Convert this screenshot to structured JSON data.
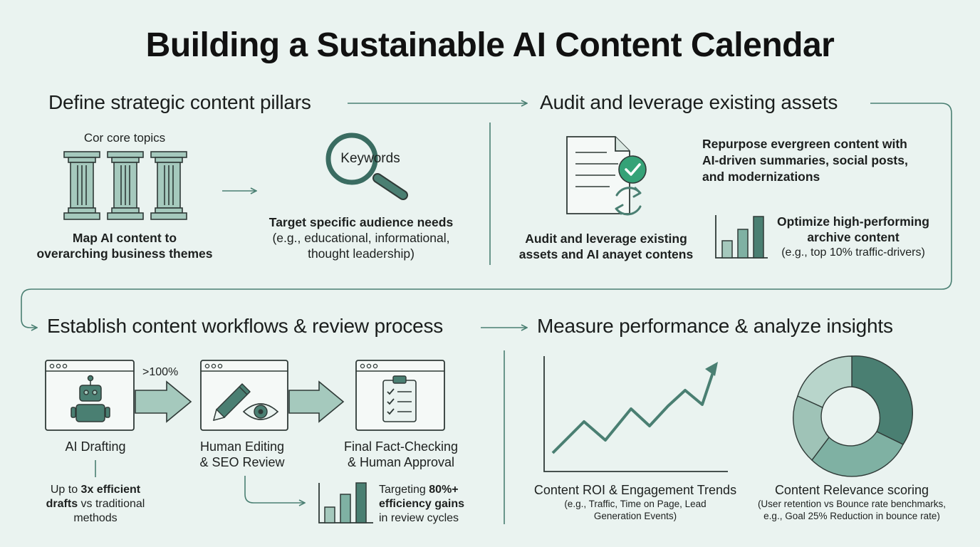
{
  "title": "Building a Sustainable AI Content Calendar",
  "colors": {
    "background": "#eaf3f0",
    "accent": "#4a7f72",
    "accent_light": "#a5c9bd",
    "stroke": "#2f3a37",
    "check": "#35a277"
  },
  "sections": {
    "pillars": {
      "heading": "Define strategic content pillars",
      "pillars_label": "Cor core topics",
      "pillars_caption_1": "Map AI content to",
      "pillars_caption_2": "overarching business themes",
      "keywords_label": "Keywords",
      "target_line1": "Target specific audience needs",
      "target_line2": "(e.g., educational, informational,",
      "target_line3": "thought leadership)"
    },
    "audit": {
      "heading": "Audit and leverage existing assets",
      "doc_caption_1": "Audit and leverage existing",
      "doc_caption_2": "assets and AI anayet contens",
      "repurpose_1": "Repurpose evergreen content with",
      "repurpose_2": "AI-driven summaries, social posts,",
      "repurpose_3": "and modernizations",
      "optimize_1": "Optimize high-performing",
      "optimize_2": "archive content",
      "optimize_3": "(e.g., top 10% traffic-drivers)"
    },
    "workflow": {
      "heading": "Establish content workflows & review process",
      "arrow_label": ">100%",
      "step1": "AI Drafting",
      "step2_1": "Human Editing",
      "step2_2": "& SEO Review",
      "step3_1": "Final Fact-Checking",
      "step3_2": "& Human Approval",
      "efficient_prefix": "Up to ",
      "efficient_bold_1": "3x efficient",
      "efficient_bold_2": "drafts",
      "efficient_rest_1": " vs traditional",
      "efficient_rest_2": "methods",
      "targeting_prefix": "Targeting ",
      "targeting_bold_1": "80%+",
      "targeting_bold_2": "efficiency gains",
      "targeting_rest": "in review cycles"
    },
    "measure": {
      "heading": "Measure performance & analyze insights",
      "roi_title": "Content ROI & Engagement Trends",
      "roi_sub_1": "(e.g., Traffic, Time on Page, Lead",
      "roi_sub_2": "Generation Events)",
      "relevance_title": "Content Relevance scoring",
      "relevance_sub_1": "(User retention vs Bounce rate benchmarks,",
      "relevance_sub_2": "e.g., Goal 25% Reduction in bounce rate)"
    }
  },
  "icons": [
    "pillar-icon",
    "magnifier-icon",
    "document-icon",
    "checkmark-icon",
    "refresh-icon",
    "bar-chart-icon",
    "robot-icon",
    "pencil-icon",
    "eye-icon",
    "clipboard-icon",
    "arrow-icon",
    "line-chart-icon",
    "donut-chart-icon"
  ]
}
